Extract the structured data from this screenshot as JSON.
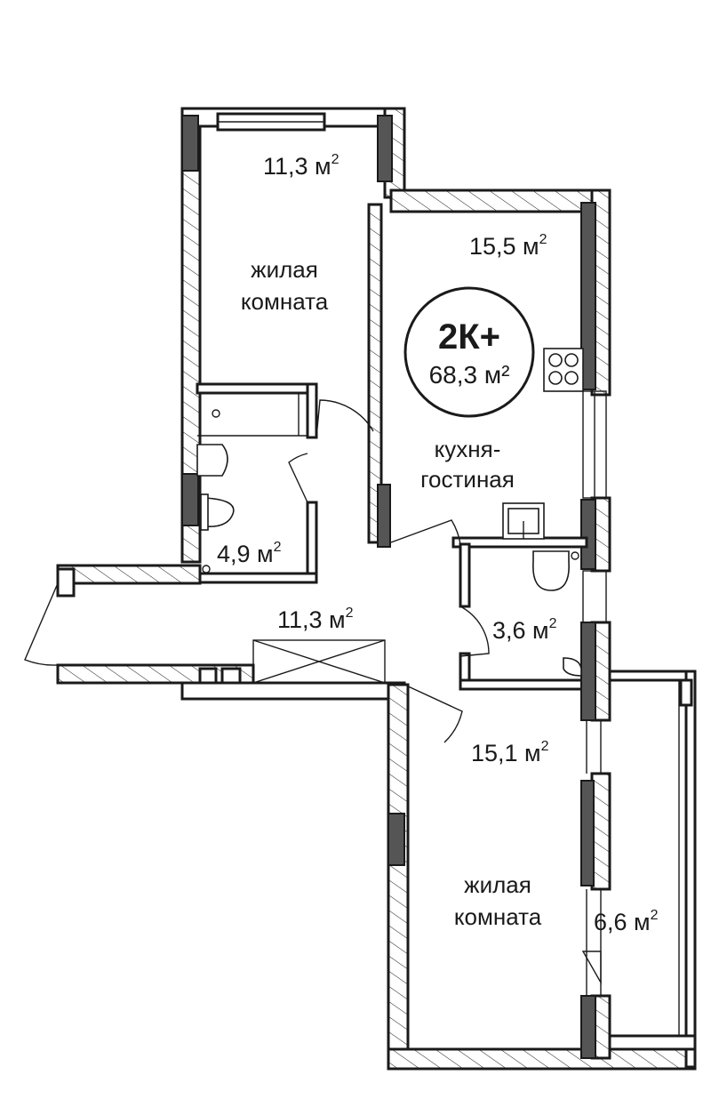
{
  "badge": {
    "type": "2К+",
    "total_area": "68,3 м²"
  },
  "rooms": [
    {
      "id": "bedroom_top",
      "area": "11,3 м",
      "sup": "2",
      "name_line1": "жилая",
      "name_line2": "комната"
    },
    {
      "id": "kitchen_living",
      "area": "15,5 м",
      "sup": "2",
      "name_line1": "кухня-",
      "name_line2": "гостиная"
    },
    {
      "id": "bathroom",
      "area": "4,9 м",
      "sup": "2"
    },
    {
      "id": "hall",
      "area": "11,3 м",
      "sup": "2"
    },
    {
      "id": "wc",
      "area": "3,6 м",
      "sup": "2"
    },
    {
      "id": "bedroom_bottom",
      "area": "15,1 м",
      "sup": "2",
      "name_line1": "жилая",
      "name_line2": "комната"
    },
    {
      "id": "balcony",
      "area": "6,6 м",
      "sup": "2"
    }
  ],
  "colors": {
    "line": "#1a1a1a",
    "column": "#555555",
    "background": "#ffffff"
  }
}
